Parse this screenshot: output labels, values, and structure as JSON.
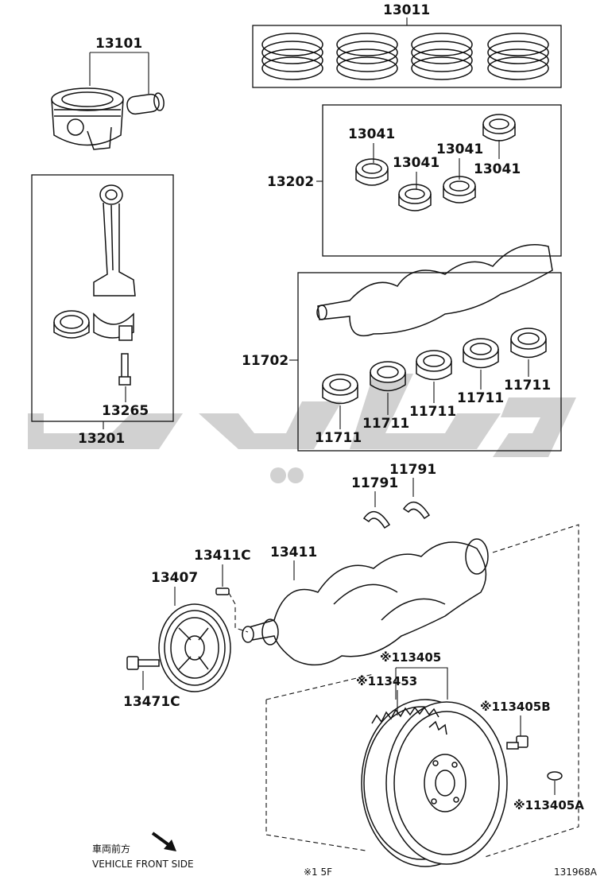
{
  "labels": {
    "piston": "13101",
    "ring_set": "13011",
    "rod_bearing_set": "13202",
    "rod_bearing_a": "13041",
    "rod_bearing_b": "13041",
    "rod_bearing_c": "13041",
    "rod_bearing_d": "13041",
    "conrod_assy": "13201",
    "conrod_bolt": "13265",
    "main_bearing_set": "11702",
    "main_bearing_1": "11711",
    "main_bearing_2": "11711",
    "main_bearing_3": "11711",
    "main_bearing_4": "11711",
    "main_bearing_5": "11711",
    "thrust_washer_a": "11791",
    "thrust_washer_b": "11791",
    "crankshaft": "13411",
    "crank_key": "13411C",
    "pulley": "13407",
    "pulley_bolt": "13471C",
    "flywheel": "※113405",
    "ring_gear": "※113453",
    "flywheel_bolt": "※113405B",
    "flywheel_pin": "※113405A"
  },
  "footer": {
    "front_jp": "車両前方",
    "front_en": "VEHICLE FRONT SIDE",
    "footnote": "※1 5F",
    "drawing_no": "131968A"
  },
  "icons": {
    "arrow": "front-direction-arrow-icon",
    "watermark": "watermark-logo"
  }
}
